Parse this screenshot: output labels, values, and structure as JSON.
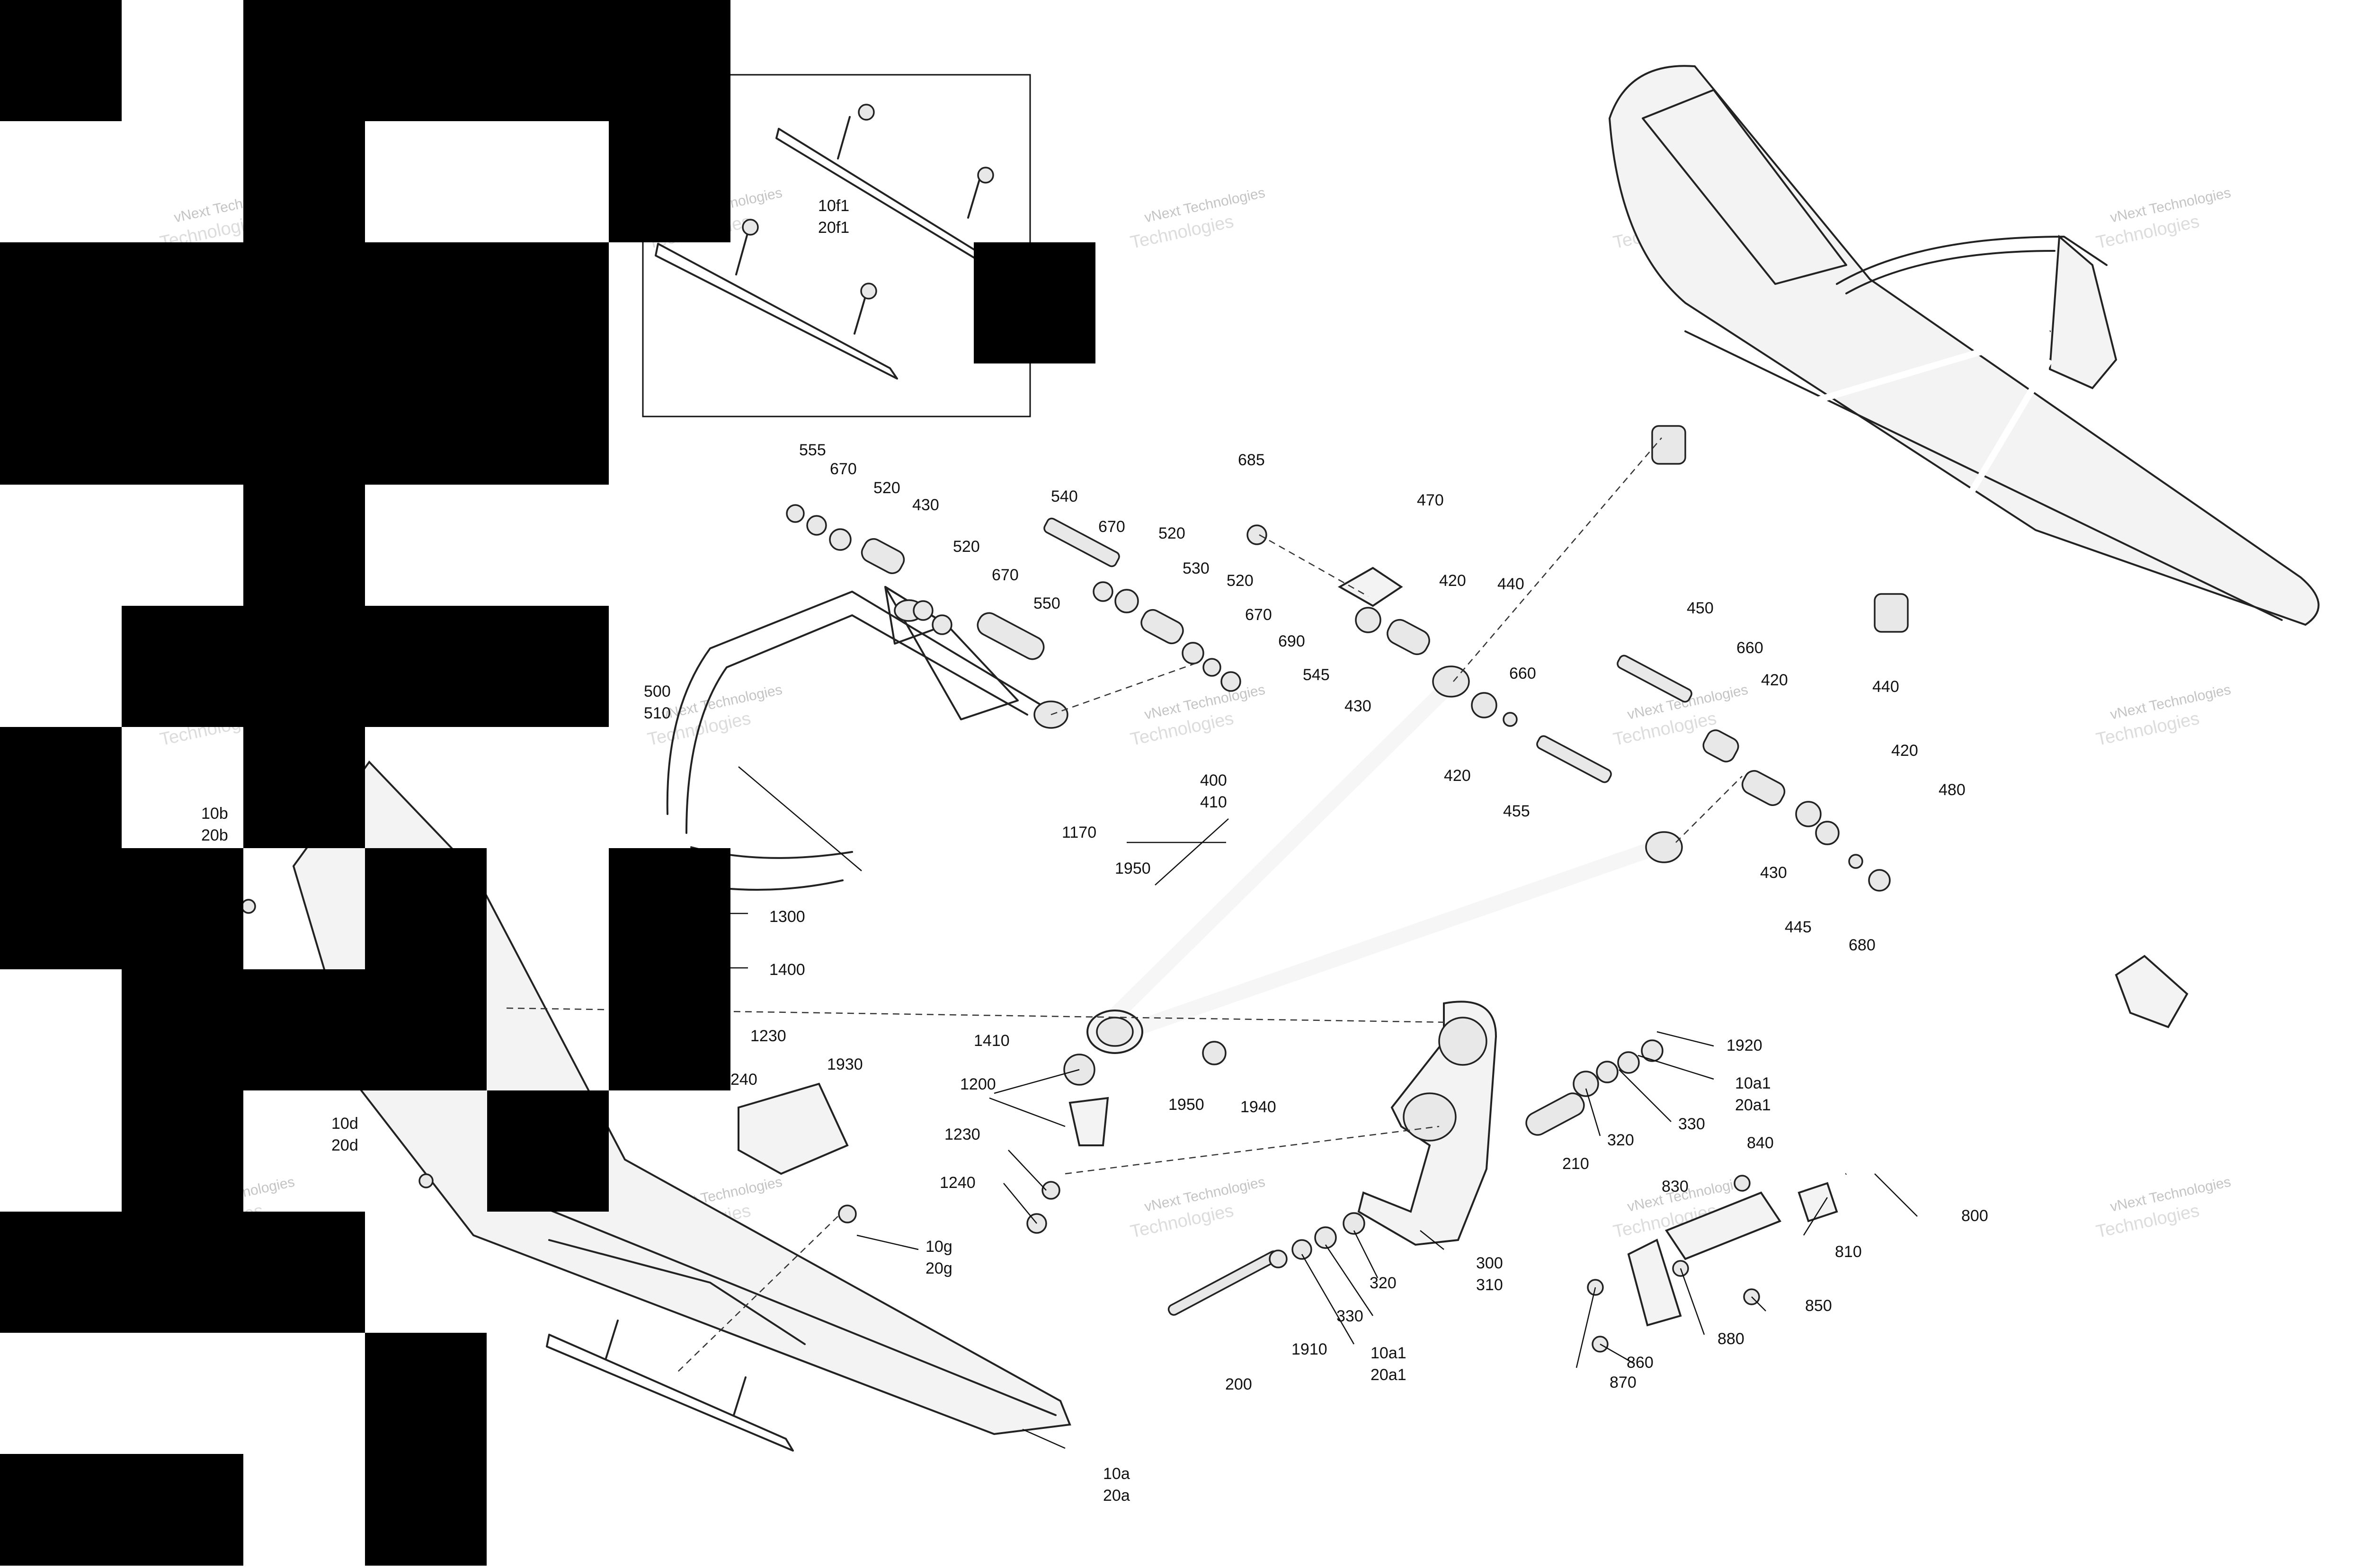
{
  "watermark": {
    "line1": "vNext Technologies",
    "line2": "Technologies"
  },
  "callouts": [
    {
      "id": "c-10f1",
      "lines": [
        "10f1",
        "20f1"
      ]
    },
    {
      "id": "c-555",
      "lines": [
        "555"
      ]
    },
    {
      "id": "c-670a",
      "lines": [
        "670"
      ]
    },
    {
      "id": "c-520a",
      "lines": [
        "520"
      ]
    },
    {
      "id": "c-430a",
      "lines": [
        "430"
      ]
    },
    {
      "id": "c-520b",
      "lines": [
        "520"
      ]
    },
    {
      "id": "c-670b",
      "lines": [
        "670"
      ]
    },
    {
      "id": "c-550",
      "lines": [
        "550"
      ]
    },
    {
      "id": "c-540",
      "lines": [
        "540"
      ]
    },
    {
      "id": "c-670c",
      "lines": [
        "670"
      ]
    },
    {
      "id": "c-520c",
      "lines": [
        "520"
      ]
    },
    {
      "id": "c-530",
      "lines": [
        "530"
      ]
    },
    {
      "id": "c-520d",
      "lines": [
        "520"
      ]
    },
    {
      "id": "c-670d",
      "lines": [
        "670"
      ]
    },
    {
      "id": "c-690",
      "lines": [
        "690"
      ]
    },
    {
      "id": "c-545",
      "lines": [
        "545"
      ]
    },
    {
      "id": "c-685",
      "lines": [
        "685"
      ]
    },
    {
      "id": "c-470",
      "lines": [
        "470"
      ]
    },
    {
      "id": "c-420a",
      "lines": [
        "420"
      ]
    },
    {
      "id": "c-440a",
      "lines": [
        "440"
      ]
    },
    {
      "id": "c-660a",
      "lines": [
        "660"
      ]
    },
    {
      "id": "c-430b",
      "lines": [
        "430"
      ]
    },
    {
      "id": "c-420b",
      "lines": [
        "420"
      ]
    },
    {
      "id": "c-455",
      "lines": [
        "455"
      ]
    },
    {
      "id": "c-450",
      "lines": [
        "450"
      ]
    },
    {
      "id": "c-660b",
      "lines": [
        "660"
      ]
    },
    {
      "id": "c-420c",
      "lines": [
        "420"
      ]
    },
    {
      "id": "c-440b",
      "lines": [
        "440"
      ]
    },
    {
      "id": "c-420d",
      "lines": [
        "420"
      ]
    },
    {
      "id": "c-480",
      "lines": [
        "480"
      ]
    },
    {
      "id": "c-430c",
      "lines": [
        "430"
      ]
    },
    {
      "id": "c-445",
      "lines": [
        "445"
      ]
    },
    {
      "id": "c-680",
      "lines": [
        "680"
      ]
    },
    {
      "id": "c-500",
      "lines": [
        "500",
        "510"
      ]
    },
    {
      "id": "c-400",
      "lines": [
        "400",
        "410"
      ]
    },
    {
      "id": "c-10b",
      "lines": [
        "10b",
        "20b"
      ]
    },
    {
      "id": "c-1170",
      "lines": [
        "1170"
      ]
    },
    {
      "id": "c-1950a",
      "lines": [
        "1950"
      ]
    },
    {
      "id": "c-1300",
      "lines": [
        "1300"
      ]
    },
    {
      "id": "c-1400",
      "lines": [
        "1400"
      ]
    },
    {
      "id": "c-1230a",
      "lines": [
        "1230"
      ]
    },
    {
      "id": "c-240",
      "lines": [
        "240"
      ]
    },
    {
      "id": "c-1930",
      "lines": [
        "1930"
      ]
    },
    {
      "id": "c-1410",
      "lines": [
        "1410"
      ]
    },
    {
      "id": "c-1200",
      "lines": [
        "1200"
      ]
    },
    {
      "id": "c-1230b",
      "lines": [
        "1230"
      ]
    },
    {
      "id": "c-1240",
      "lines": [
        "1240"
      ]
    },
    {
      "id": "c-1950b",
      "lines": [
        "1950"
      ]
    },
    {
      "id": "c-1940",
      "lines": [
        "1940"
      ]
    },
    {
      "id": "c-1920",
      "lines": [
        "1920"
      ]
    },
    {
      "id": "c-10a1a",
      "lines": [
        "10a1",
        "20a1"
      ]
    },
    {
      "id": "c-330a",
      "lines": [
        "330"
      ]
    },
    {
      "id": "c-320a",
      "lines": [
        "320"
      ]
    },
    {
      "id": "c-210",
      "lines": [
        "210"
      ]
    },
    {
      "id": "c-10d",
      "lines": [
        "10d",
        "20d"
      ]
    },
    {
      "id": "c-10g",
      "lines": [
        "10g",
        "20g"
      ]
    },
    {
      "id": "c-300",
      "lines": [
        "300",
        "310"
      ]
    },
    {
      "id": "c-320b",
      "lines": [
        "320"
      ]
    },
    {
      "id": "c-330b",
      "lines": [
        "330"
      ]
    },
    {
      "id": "c-1910",
      "lines": [
        "1910"
      ]
    },
    {
      "id": "c-10a1b",
      "lines": [
        "10a1",
        "20a1"
      ]
    },
    {
      "id": "c-200",
      "lines": [
        "200"
      ]
    },
    {
      "id": "c-840",
      "lines": [
        "840"
      ]
    },
    {
      "id": "c-830",
      "lines": [
        "830"
      ]
    },
    {
      "id": "c-810",
      "lines": [
        "810"
      ]
    },
    {
      "id": "c-800",
      "lines": [
        "800"
      ]
    },
    {
      "id": "c-850",
      "lines": [
        "850"
      ]
    },
    {
      "id": "c-880",
      "lines": [
        "880"
      ]
    },
    {
      "id": "c-860",
      "lines": [
        "860"
      ]
    },
    {
      "id": "c-870",
      "lines": [
        "870"
      ]
    },
    {
      "id": "c-10a",
      "lines": [
        "10a",
        "20a"
      ]
    }
  ]
}
